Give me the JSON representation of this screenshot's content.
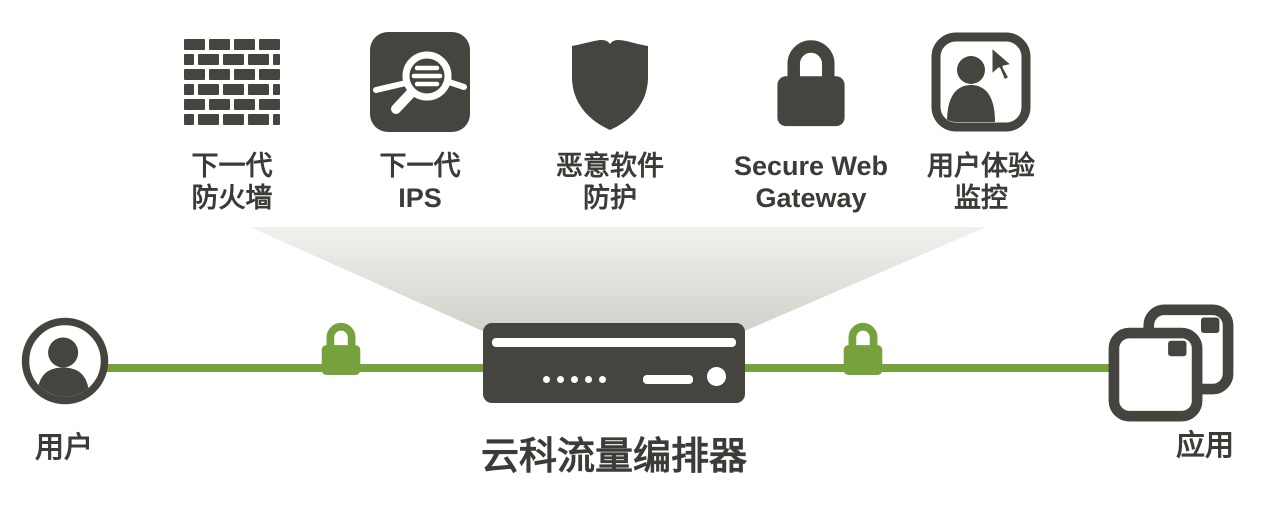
{
  "colors": {
    "dark": "#45443e",
    "text": "#3c3b37",
    "green": "#76a23d",
    "funnel_top": "#f1f1ee",
    "funnel_bottom": "#d2d2cc"
  },
  "services": [
    {
      "id": "next-gen-firewall",
      "icon": "firewall-icon",
      "lines": [
        "下一代",
        "防火墙"
      ]
    },
    {
      "id": "next-gen-ips",
      "icon": "inspection-magnifier-icon",
      "lines": [
        "下一代",
        "IPS"
      ]
    },
    {
      "id": "malware-protection",
      "icon": "shield-icon",
      "lines": [
        "恶意软件",
        "防护"
      ]
    },
    {
      "id": "secure-web-gateway",
      "icon": "lock-icon",
      "lines": [
        "Secure Web",
        "Gateway"
      ]
    },
    {
      "id": "user-experience-monitor",
      "icon": "user-monitor-icon",
      "lines": [
        "用户体验",
        "监控"
      ]
    }
  ],
  "nodes": {
    "user": {
      "label": "用户",
      "icon": "user-icon"
    },
    "orchestrator": {
      "label": "云科流量编排器",
      "icon": "appliance-icon"
    },
    "apps": {
      "label": "应用",
      "icon": "app-windows-icon"
    }
  },
  "security": {
    "lock_icon": "padlock-icon"
  }
}
